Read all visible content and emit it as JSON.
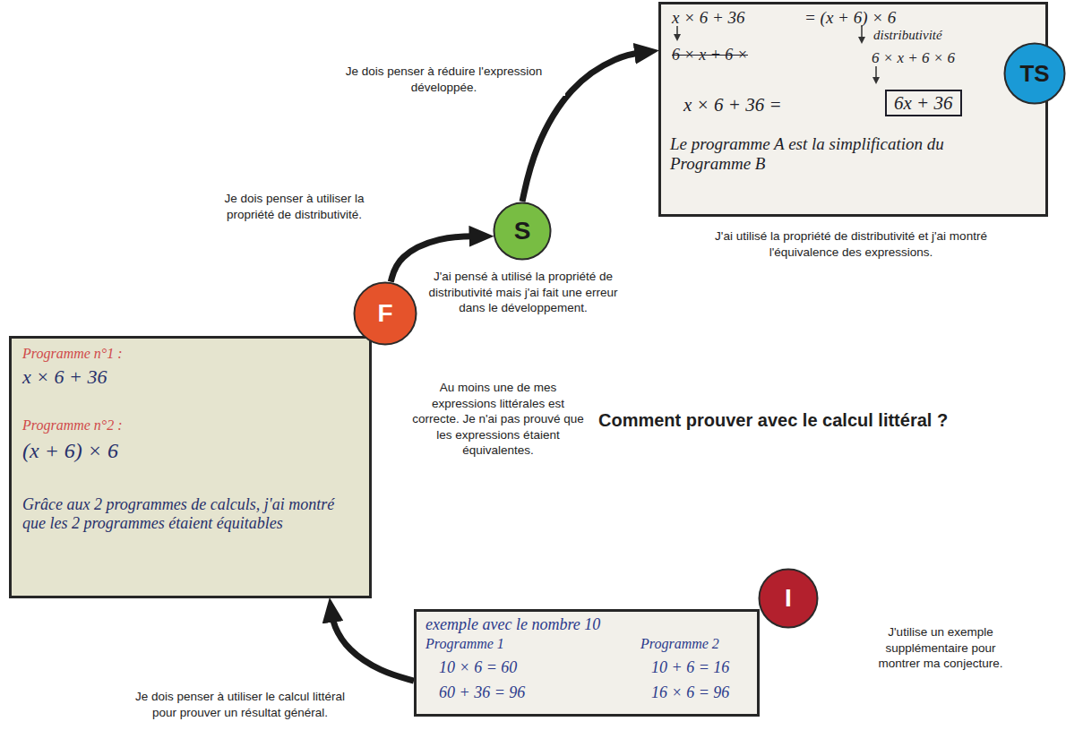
{
  "diagram": {
    "title": "Comment prouver avec le calcul littéral ?",
    "nodes": [
      {
        "text": [
          "S"
        ]
      },
      {
        "text": [
          "x × 6 + 36",
          "= (x + 6) × 6",
          "6 × x + 6 ×",
          "distributivité",
          "6 × x + 6 × 6",
          "x × 6 + 36 =",
          "6x + 36",
          "Le programme A est la simplification du Programme B"
        ]
      },
      {
        "text": [
          "TS"
        ]
      },
      {
        "text": [
          "Programme n°1 :",
          "x × 6 + 36",
          "Programme n°2 :",
          "(x + 6) × 6",
          "Grâce aux 2 programmes de calculs, j'ai montré que les 2 programmes étaient équitables"
        ]
      },
      {
        "text": [
          "F"
        ]
      },
      {
        "text": [
          "exemple avec le nombre 10",
          "Programme 1",
          "10 × 6 = 60",
          "60 + 36 = 96",
          "Programme 2",
          "10 + 6 = 16",
          "16 × 6 = 96"
        ]
      },
      {
        "text": [
          "I"
        ]
      }
    ],
    "edges": [
      {
        "from": 5,
        "to": 3,
        "arrow": "to",
        "label": "Je dois penser à utiliser le calcul littéral pour prouver un résultat général."
      },
      {
        "from": 4,
        "to": 0,
        "arrow": "to",
        "label": "Je dois penser à utiliser la propriété de distributivité."
      },
      {
        "from": 0,
        "to": 1,
        "arrow": "to",
        "label": "Je dois penser à réduire l'expression développée."
      }
    ],
    "labels": [
      "J'ai utilisé la propriété de distributivité et j'ai montré l'équivalence des expressions.",
      "J'ai pensé à utilisé la propriété de distributivité mais j'ai fait une erreur dans le développement.",
      "Au moins une de mes expressions littérales est correcte. Je n'ai pas prouvé que les expressions étaient équivalentes.",
      "J'utilise un exemple supplémentaire pour montrer ma conjecture."
    ]
  }
}
